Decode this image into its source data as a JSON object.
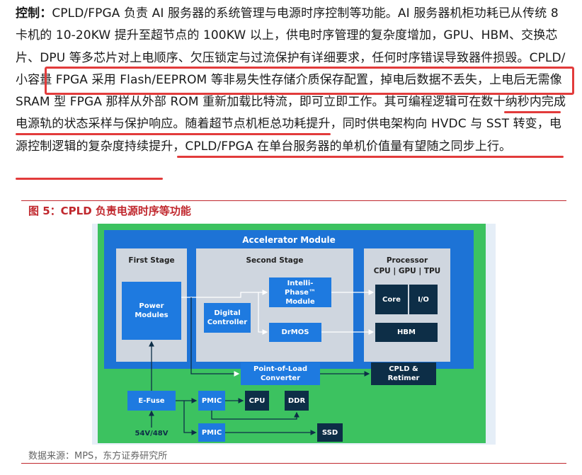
{
  "paragraph": {
    "lead": "控制：",
    "s1": "CPLD/FPGA 负责 AI 服务器的系统管理与电源时序控制等功能。AI 服务器机柜功耗已从传统 8 卡机的 10-20KW 提升至超节点的 100KW 以上，供电时序管理的复杂度增加，GPU、HBM、交换芯片、DPU 等多芯片对上电顺序、欠压锁定与过流保护有详细要求，任何时序错误导致器件损毁。",
    "s2": "CPLD/小容量 FPGA 采用 Flash/EEPROM 等非易失性存储介质保存配置，掉电后数据不丢失，上电后无需像 SRAM 型 FPGA 那样从外部 ROM 重新加载比特流，即可立即工作。",
    "s3": "其可编程逻辑可在数十纳秒内完成电源轨的状态采样与保护响应",
    "s4": "。随着超节点机柜总功耗提升，同时供电架构向 HVDC 与 SST 转变，",
    "s5": "电源控制逻辑的复杂度持续提升，CPLD/FPGA 在单台服务器的单机价值量有望随之同步上行",
    "s6": "。"
  },
  "figure": {
    "title": "图 5：CPLD 负责电源时序等功能",
    "source": "数据来源：MPS，东方证券研究所"
  },
  "diagram": {
    "accelerator_module": "Accelerator Module",
    "first_stage": "First Stage",
    "second_stage": "Second Stage",
    "processor": "Processor",
    "processor_types": "CPU | GPU | TPU",
    "power_modules": "Power Modules",
    "intelli_phase": "Intelli-Phase™ Module",
    "digital_controller": "Digital Controller",
    "drmos": "DrMOS",
    "core": "Core",
    "io": "I/O",
    "hbm": "HBM",
    "pol_converter": "Point-of-Load Converter",
    "cpld_retimer": "CPLD & Retimer",
    "efuse": "E-Fuse",
    "pmic1": "PMIC",
    "pmic2": "PMIC",
    "cpu": "CPU",
    "ddr": "DDR",
    "ssd": "SSD",
    "input_voltage": "54V/48V"
  }
}
